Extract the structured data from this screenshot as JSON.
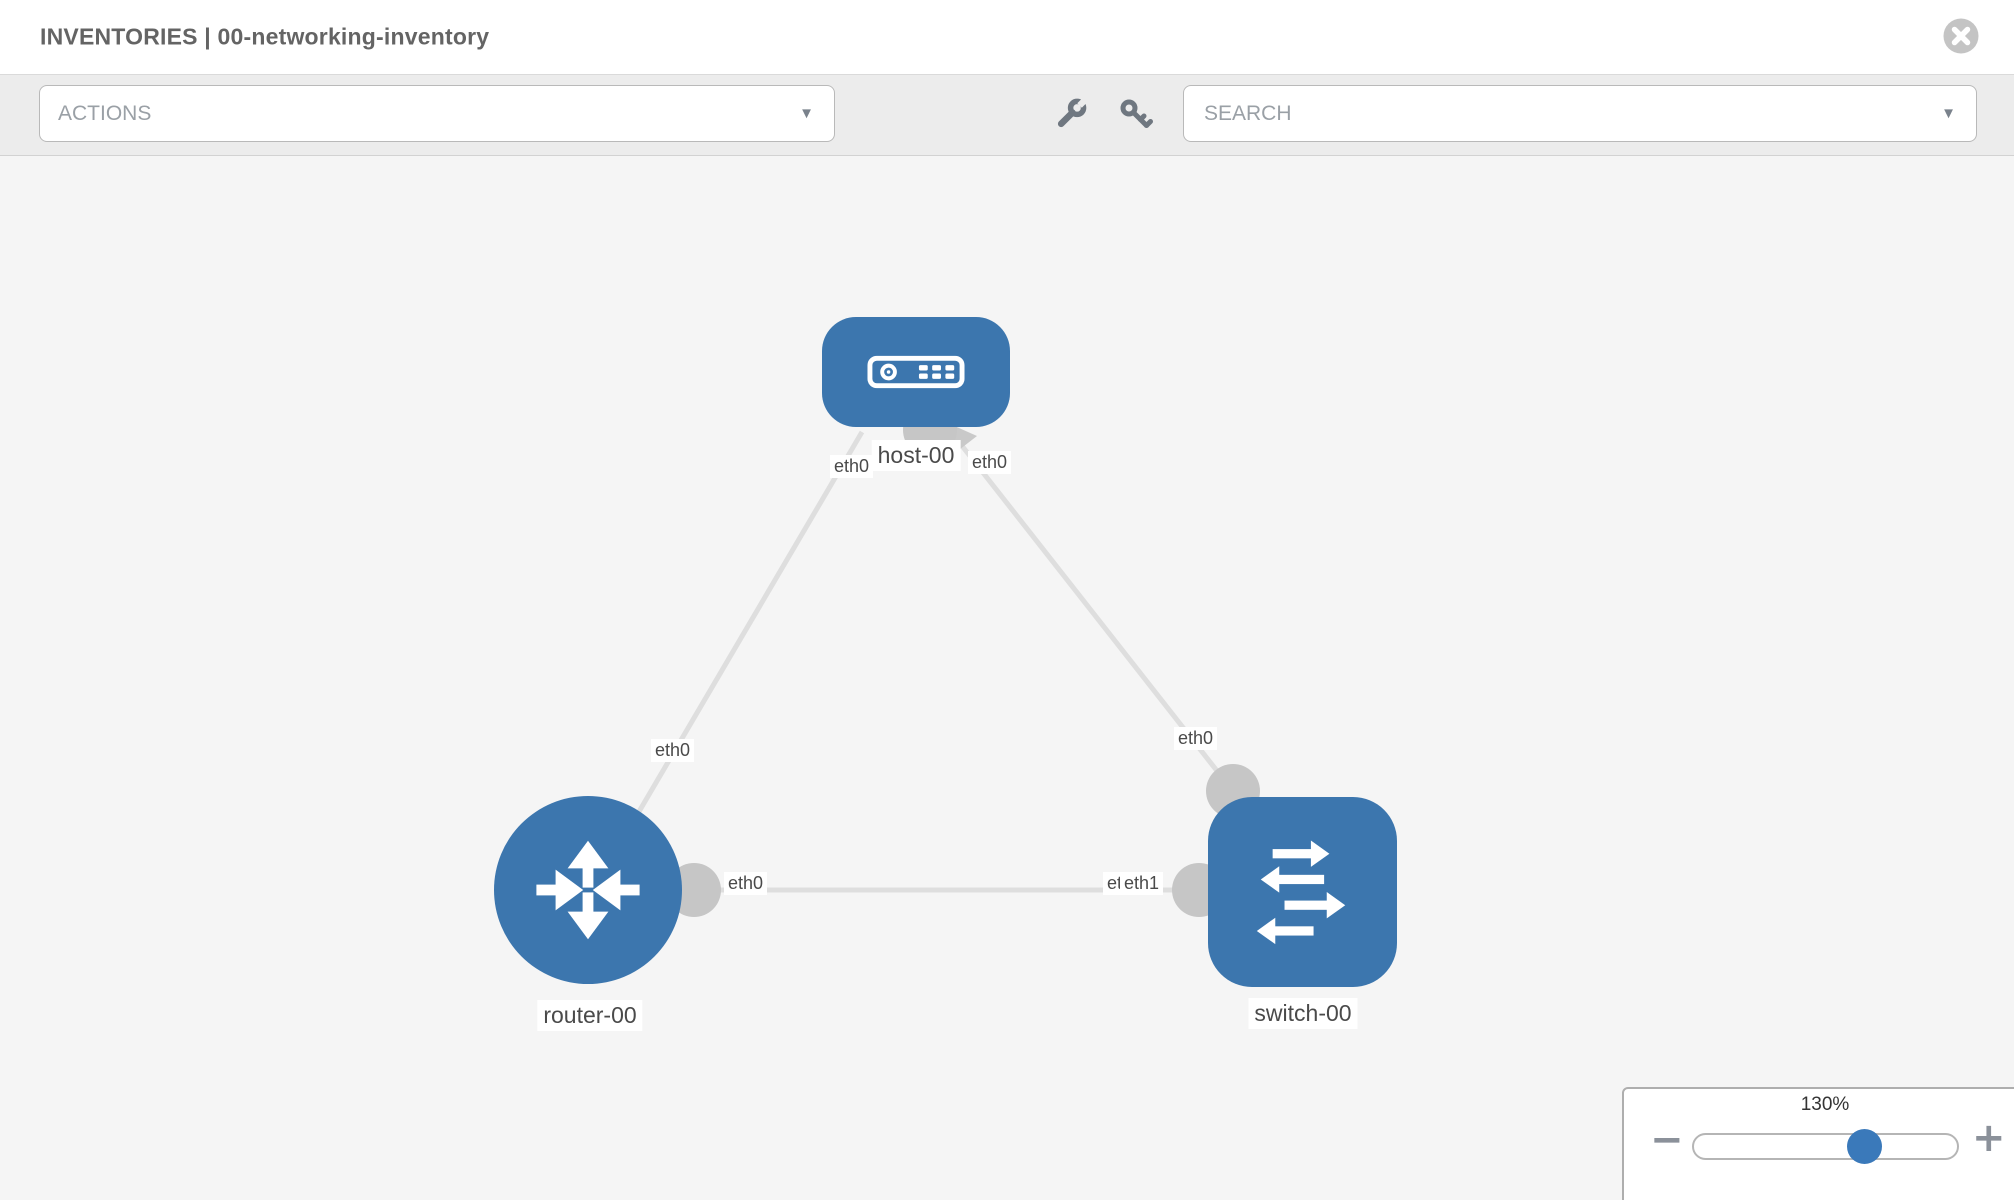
{
  "header": {
    "title": "INVENTORIES | 00-networking-inventory"
  },
  "toolbar": {
    "actions_label": "ACTIONS",
    "search_placeholder": "SEARCH"
  },
  "topology": {
    "nodes": [
      {
        "id": "host-00",
        "type": "host",
        "label": "host-00"
      },
      {
        "id": "router-00",
        "type": "router",
        "label": "router-00"
      },
      {
        "id": "switch-00",
        "type": "switch",
        "label": "switch-00"
      }
    ],
    "links": [
      {
        "from": "router-00",
        "from_iface": "eth0",
        "to": "host-00",
        "to_iface": "eth0"
      },
      {
        "from": "switch-00",
        "from_iface": "eth0",
        "to": "host-00",
        "to_iface": "eth0"
      },
      {
        "from": "router-00",
        "from_iface": "eth0",
        "to": "switch-00",
        "to_iface": "eth1"
      }
    ],
    "iface_labels": {
      "host_left": "eth0",
      "host_right": "eth0",
      "host_router_mid": "eth0",
      "host_switch_mid": "eth0",
      "router_switch_left": "eth0",
      "router_switch_right_back": "eth0",
      "router_switch_right_front": "eth1"
    },
    "colors": {
      "node_fill": "#3c76ae",
      "link": "#dedede",
      "port": "#c6c6c6",
      "thumb": "#3a79ba"
    }
  },
  "zoom_control": {
    "level": "130%",
    "minus_label": "−",
    "plus_label": "+"
  }
}
